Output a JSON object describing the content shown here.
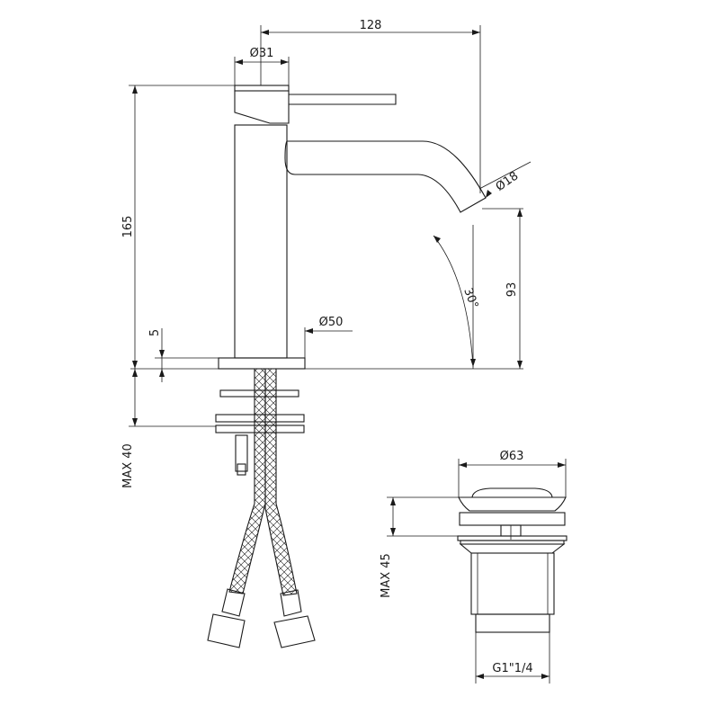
{
  "dimensions": {
    "spout_reach": "128",
    "body_diameter": "Ø31",
    "spout_diameter": "Ø18",
    "total_height": "165",
    "outlet_height": "93",
    "spout_angle": "30°",
    "base_thickness": "5",
    "base_diameter": "Ø50",
    "max_deck_thickness": "MAX 40",
    "waste_diameter": "Ø63",
    "waste_max_height": "MAX 45",
    "waste_thread": "G1\"1/4"
  },
  "colors": {
    "line": "#1a1a1a",
    "background": "#ffffff"
  }
}
